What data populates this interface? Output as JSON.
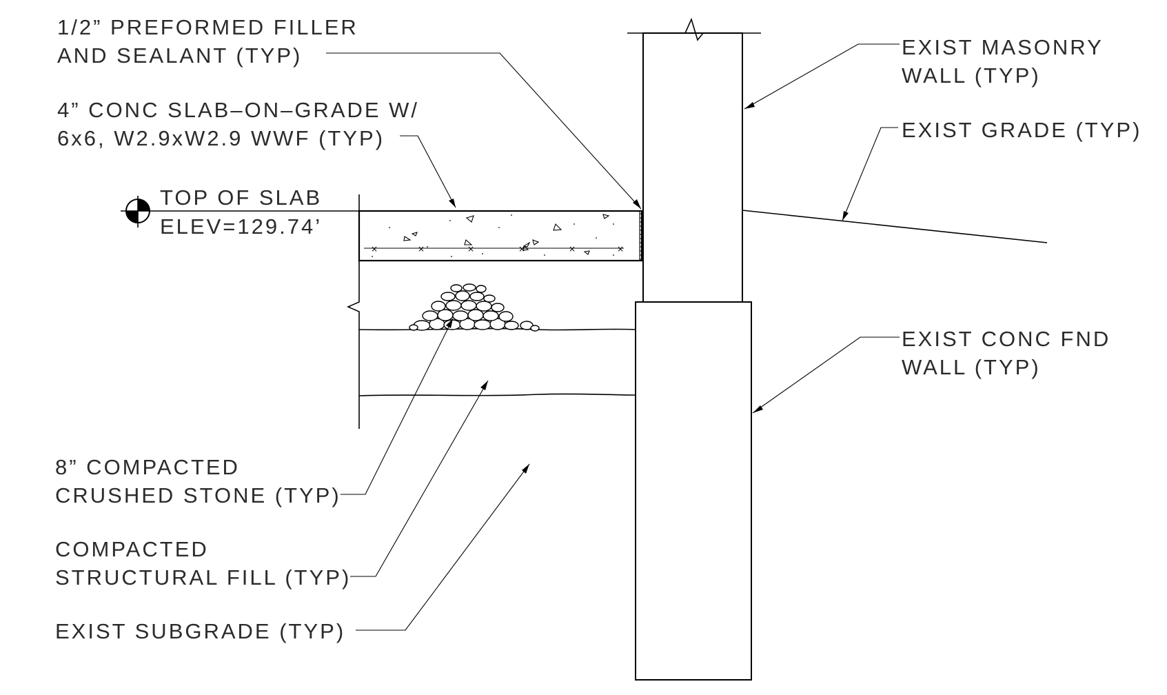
{
  "labels": {
    "filler_line1": "1/2” PREFORMED FILLER",
    "filler_line2": "AND SEALANT (TYP)",
    "slab_line1": "4” CONC SLAB–ON–GRADE W/",
    "slab_line2": "6x6, W2.9xW2.9 WWF (TYP)",
    "top_of_slab": "TOP OF SLAB",
    "elevation": "ELEV=129.74’",
    "masonry_line1": "EXIST MASONRY",
    "masonry_line2": "WALL (TYP)",
    "grade": "EXIST GRADE (TYP)",
    "fnd_line1": "EXIST CONC FND",
    "fnd_line2": "WALL (TYP)",
    "stone_line1": "8” COMPACTED",
    "stone_line2": "CRUSHED STONE (TYP)",
    "fill_line1": "COMPACTED",
    "fill_line2": "STRUCTURAL FILL (TYP)",
    "subgrade": "EXIST SUBGRADE (TYP)"
  }
}
